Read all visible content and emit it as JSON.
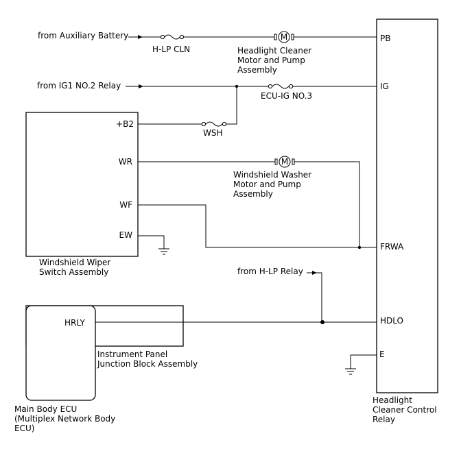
{
  "labels": {
    "from_aux_battery": "from Auxiliary Battery",
    "from_ig1_relay": "from IG1 NO.2 Relay",
    "from_hlp_relay": "from H-LP Relay",
    "fuse_hlp_cln": "H-LP CLN",
    "fuse_ecu_ig": "ECU-IG NO.3",
    "fuse_wsh": "WSH",
    "headlight_motor": [
      "Headlight Cleaner",
      "Motor and Pump",
      "Assembly"
    ],
    "washer_motor": [
      "Windshield Washer",
      "Motor and Pump",
      "Assembly"
    ],
    "motor_symbol": "M"
  },
  "relay": {
    "pin_pb": "PB",
    "pin_ig": "IG",
    "pin_frwa": "FRWA",
    "pin_hdlo": "HDLO",
    "pin_e": "E",
    "name": [
      "Headlight",
      "Cleaner Control",
      "Relay"
    ]
  },
  "wiper_switch": {
    "pin_b2": "+B2",
    "pin_wr": "WR",
    "pin_wf": "WF",
    "pin_ew": "EW",
    "name": [
      "Windshield Wiper",
      "Switch Assembly"
    ]
  },
  "junction_block": {
    "name": [
      "Instrument Panel",
      "Junction Block Assembly"
    ]
  },
  "main_ecu": {
    "pin_hrly": "HRLY",
    "name": [
      "Main Body ECU",
      "(Multiplex Network Body",
      "ECU)"
    ]
  }
}
